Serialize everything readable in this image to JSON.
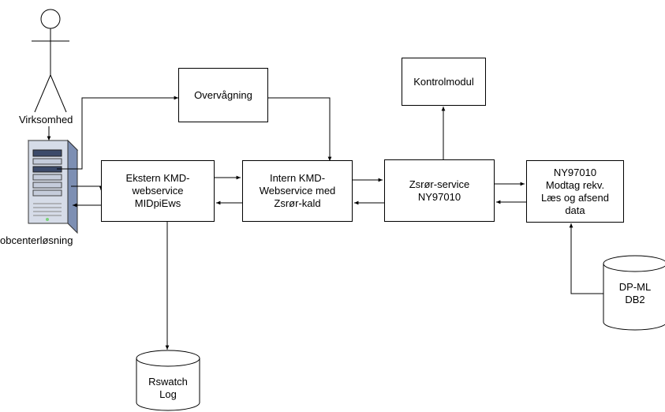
{
  "actor": {
    "label": "Virksomhed"
  },
  "server": {
    "label": "obcenterløsning"
  },
  "boxes": {
    "overvaagning": "Overvågning",
    "kontrolmodul": "Kontrolmodul",
    "ekstern": "Ekstern KMD-\nwebservice\nMIDpiEws",
    "intern": "Intern KMD-\nWebservice med\nZsrør-kald",
    "zsror": "Zsrør-service\nNY97010",
    "ny97010": "NY97010\nModtag rekv.\nLæs og afsend\ndata"
  },
  "databases": {
    "rswatch": "Rswatch\nLog",
    "dpml": "DP-ML\nDB2"
  }
}
